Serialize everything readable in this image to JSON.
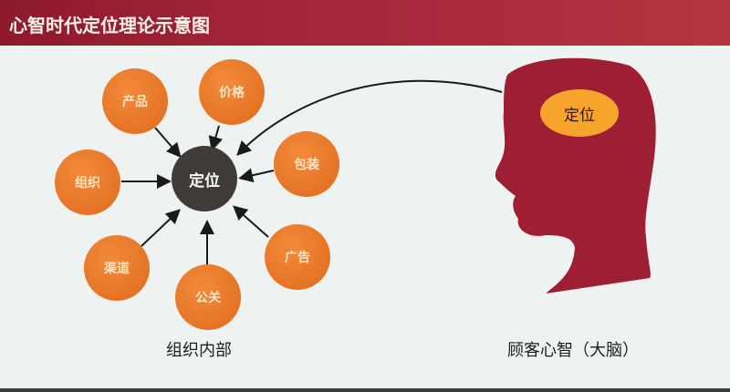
{
  "header": {
    "title": "心智时代定位理论示意图"
  },
  "diagram": {
    "center": {
      "label": "定位"
    },
    "factors": [
      {
        "label": "产品"
      },
      {
        "label": "价格"
      },
      {
        "label": "包装"
      },
      {
        "label": "组织"
      },
      {
        "label": "广告"
      },
      {
        "label": "渠道"
      },
      {
        "label": "公关"
      }
    ],
    "left_caption": "组织内部",
    "head": {
      "oval_label": "定位",
      "caption": "顾客心智（大脑）"
    }
  },
  "colors": {
    "banner": "#a3263a",
    "node_orange": "#e8772a",
    "center_dark": "#3e3b39",
    "head_red": "#9e1f33",
    "oval_yellow": "#f6a42b"
  }
}
